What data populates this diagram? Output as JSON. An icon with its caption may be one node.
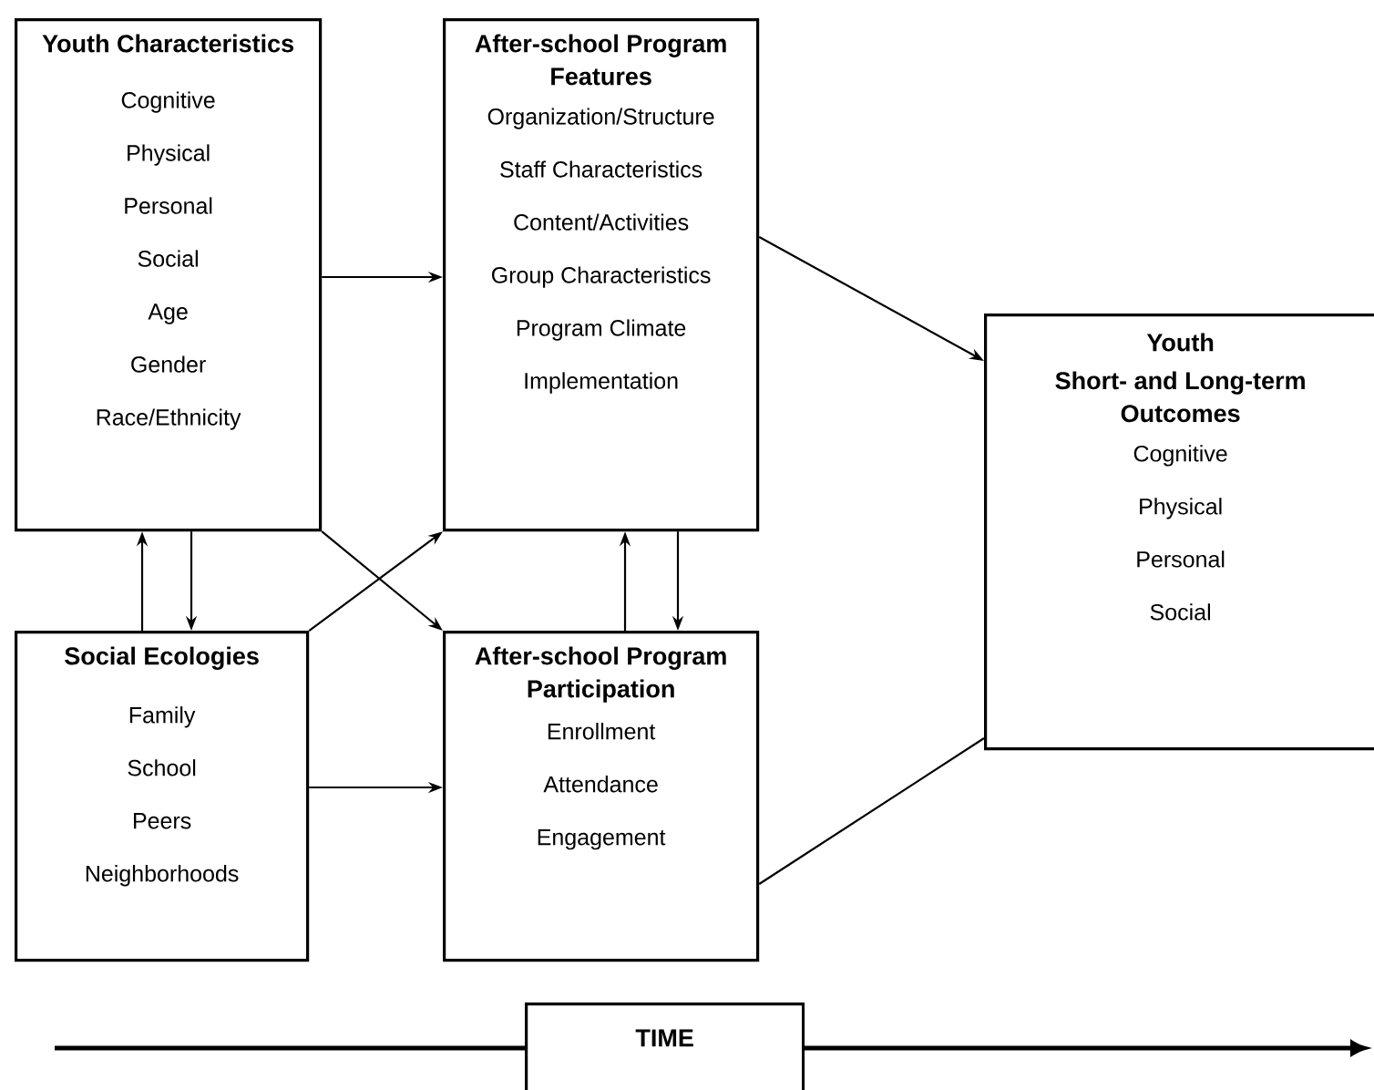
{
  "diagram": {
    "nodes": [
      {
        "text": [
          "Youth Characteristics",
          "Cognitive",
          "Physical",
          "Personal",
          "Social",
          "Age",
          "Gender",
          "Race/Ethnicity"
        ]
      },
      {
        "text": [
          "After-school Program Features",
          "Organization/Structure",
          "Staff Characteristics",
          "Content/Activities",
          "Group Characteristics",
          "Program Climate",
          "Implementation"
        ]
      },
      {
        "text": [
          "Social Ecologies",
          "Family",
          "School",
          "Peers",
          "Neighborhoods"
        ]
      },
      {
        "text": [
          "After-school Program Participation",
          "Enrollment",
          "Attendance",
          "Engagement"
        ]
      },
      {
        "text": [
          "Youth",
          "Short- and Long-term Outcomes",
          "Cognitive",
          "Physical",
          "Personal",
          "Social"
        ]
      },
      {
        "text": [
          "TIME"
        ]
      }
    ],
    "edges": [
      {
        "from": 0,
        "to": 1,
        "arrow": "to"
      },
      {
        "from": 1,
        "to": 4,
        "arrow": "to"
      },
      {
        "from": 0,
        "to": 3,
        "arrow": "to"
      },
      {
        "from": 2,
        "to": 1,
        "arrow": "to"
      },
      {
        "from": 2,
        "to": 0,
        "arrow": "to"
      },
      {
        "from": 0,
        "to": 2,
        "arrow": "to"
      },
      {
        "from": 3,
        "to": 1,
        "arrow": "to"
      },
      {
        "from": 1,
        "to": 3,
        "arrow": "to"
      },
      {
        "from": 2,
        "to": 3,
        "arrow": "to"
      },
      {
        "from": 3,
        "to": 4,
        "arrow": "none"
      }
    ]
  }
}
